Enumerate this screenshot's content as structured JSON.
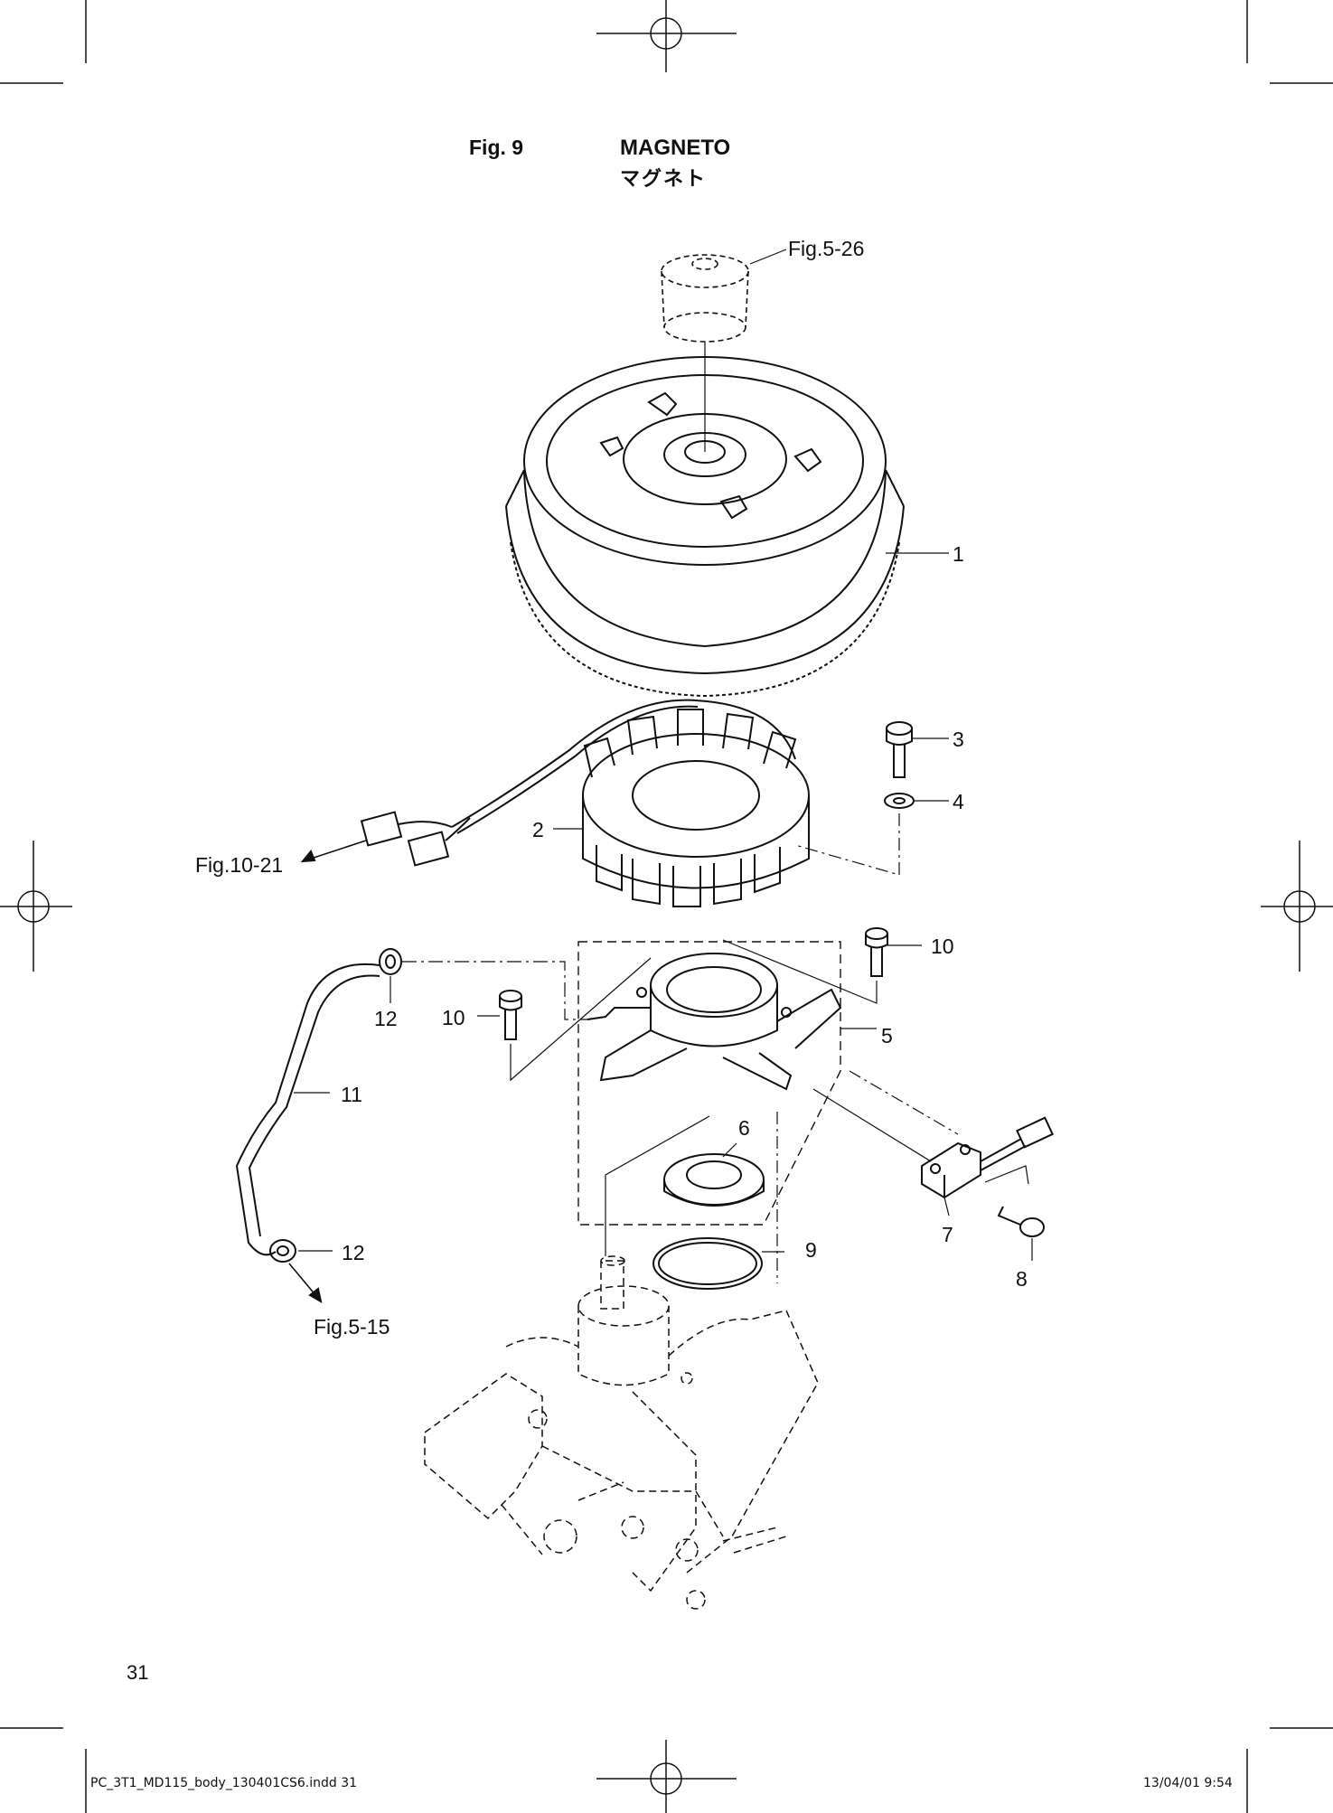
{
  "figure": {
    "number": "Fig. 9",
    "title": "MAGNETO",
    "title_ja": "マグネト"
  },
  "references": {
    "ref_top": "Fig.5-26",
    "ref_left": "Fig.10-21",
    "ref_bottom": "Fig.5-15"
  },
  "callouts": {
    "c1": "1",
    "c2": "2",
    "c3": "3",
    "c4": "4",
    "c5": "5",
    "c6": "6",
    "c7": "7",
    "c8": "8",
    "c9": "9",
    "c10a": "10",
    "c10b": "10",
    "c11": "11",
    "c12a": "12",
    "c12b": "12"
  },
  "footer": {
    "page_number": "31",
    "file_slug": "PC_3T1_MD115_body_130401CS6.indd   31",
    "timestamp": "13/04/01   9:54"
  }
}
